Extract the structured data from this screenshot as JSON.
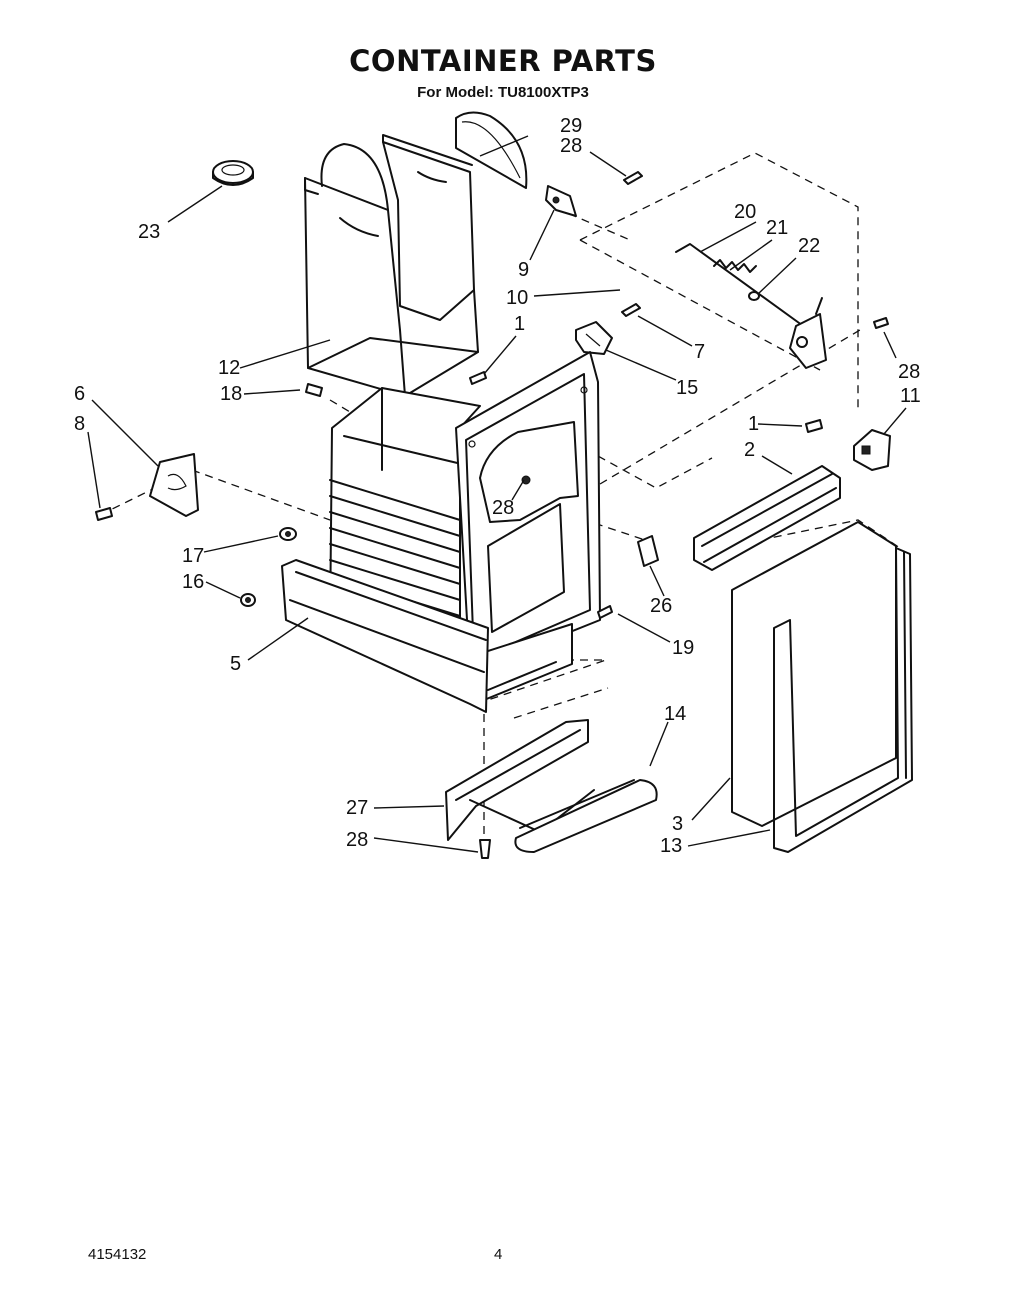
{
  "header": {
    "title": "CONTAINER PARTS",
    "subtitle": "For Model: TU8100XTP3"
  },
  "footer": {
    "doc_number": "4154132",
    "page_number": "4"
  },
  "callouts": {
    "c29": "29",
    "c28a": "28",
    "c23": "23",
    "c9": "9",
    "c10": "10",
    "c20": "20",
    "c21": "21",
    "c22": "22",
    "c1a": "1",
    "c7": "7",
    "c28b": "28",
    "c12": "12",
    "c15": "15",
    "c11": "11",
    "c18": "18",
    "c6": "6",
    "c8": "8",
    "c1b": "1",
    "c2": "2",
    "c28c": "28",
    "c17": "17",
    "c16": "16",
    "c26": "26",
    "c5": "5",
    "c19": "19",
    "c14": "14",
    "c27": "27",
    "c3": "3",
    "c28d": "28",
    "c13": "13"
  }
}
